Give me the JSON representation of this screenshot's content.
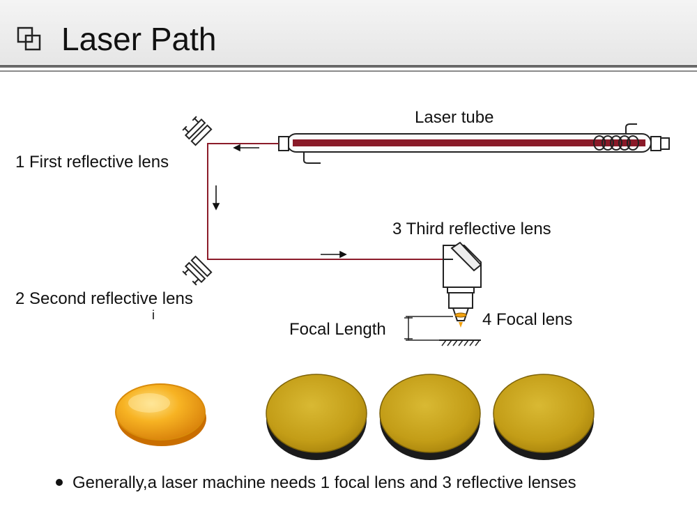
{
  "header": {
    "icon": "overlapping-squares-icon",
    "title": "Laser Path"
  },
  "diagram": {
    "labels": {
      "laser_tube": "Laser tube",
      "first_lens": "1 First reflective lens",
      "second_lens": "2 Second reflective lens",
      "stray_mark": "i",
      "third_lens": "3 Third reflective lens",
      "focal_lens": "4 Focal lens",
      "focal_length": "Focal Length"
    },
    "colors": {
      "beam": "#8c1c2a",
      "tube_core": "#8a1a28",
      "outline": "#222222",
      "gold_lens": "#c9a51c",
      "focal_lens_glass": "#f2a210"
    }
  },
  "lens_photos": [
    {
      "name": "focal-lens-photo",
      "kind": "focal"
    },
    {
      "name": "reflective-lens-photo",
      "kind": "reflective"
    },
    {
      "name": "reflective-lens-photo",
      "kind": "reflective"
    },
    {
      "name": "reflective-lens-photo",
      "kind": "reflective"
    }
  ],
  "footer": {
    "bullet_text": "Generally,a laser machine needs 1 focal lens and 3 reflective lenses"
  }
}
